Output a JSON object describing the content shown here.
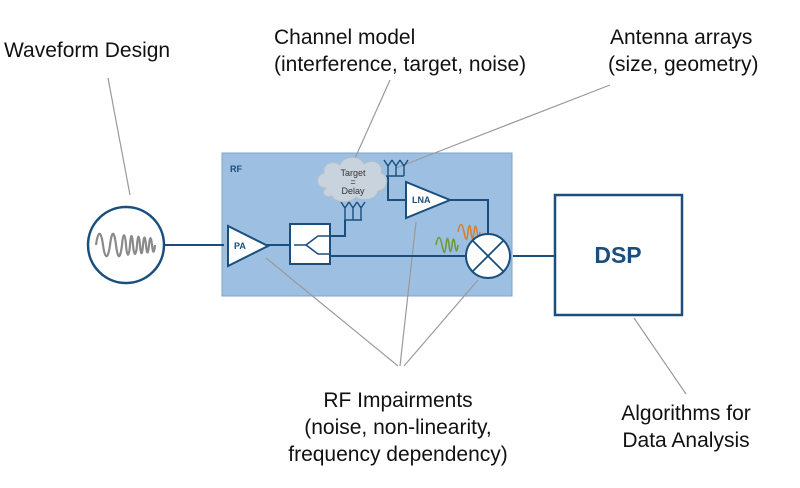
{
  "labels": {
    "waveform": "Waveform Design",
    "channel_line1": "Channel model",
    "channel_line2": "(interference, target, noise)",
    "antenna_line1": "Antenna arrays",
    "antenna_line2": "(size, geometry)",
    "rf_impairments_line1": "RF Impairments",
    "rf_impairments_line2": "(noise, non-linearity,",
    "rf_impairments_line3": "frequency dependency)",
    "algorithms_line1": "Algorithms for",
    "algorithms_line2": "Data Analysis"
  },
  "rf_block": {
    "title": "RF",
    "pa": "PA",
    "lna": "LNA",
    "cloud_line1": "Target",
    "cloud_line2": "=",
    "cloud_line3": "Delay"
  },
  "dsp": {
    "label": "DSP"
  },
  "colors": {
    "block_fill": "#9dbfe2",
    "line": "#1a4f7d",
    "leader": "#9a9a9a",
    "wave": "#8a8a8a",
    "orange_wave": "#d4822f",
    "green_wave": "#6e9a3a"
  }
}
